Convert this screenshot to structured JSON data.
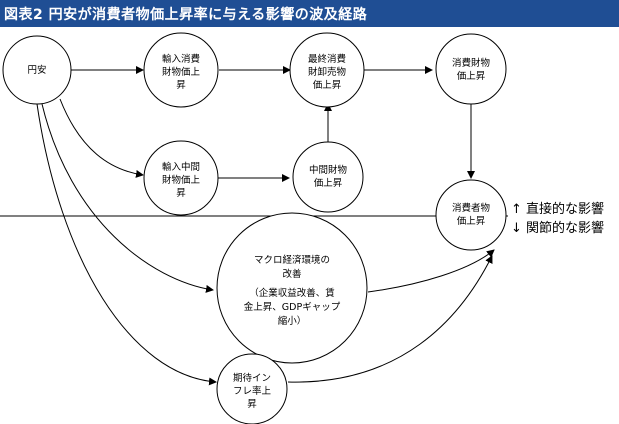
{
  "title": "図表2 円安が消費者物価上昇率に与える影響の波及経路",
  "nodes": {
    "yen": [
      "円安"
    ],
    "import_consumer": [
      "輸入消費",
      "財物価上",
      "昇"
    ],
    "final_consumer": [
      "最終消費",
      "財卸売物",
      "価上昇"
    ],
    "consumer_goods": [
      "消費財物",
      "価上昇"
    ],
    "import_intermediate": [
      "輸入中間",
      "財物価上",
      "昇"
    ],
    "intermediate_goods": [
      "中間財物",
      "価上昇"
    ],
    "cpi": [
      "消費者物",
      "価上昇"
    ],
    "macro": [
      "マクロ経済環境の",
      "改善",
      "（企業収益改善、賃",
      "金上昇、GDPギャップ",
      "縮小）"
    ],
    "inflation_exp": [
      "期待イン",
      "フレ率上",
      "昇"
    ]
  },
  "labels": {
    "direct": "↑ 直接的な影響",
    "indirect": "↓ 関節的な影響"
  }
}
